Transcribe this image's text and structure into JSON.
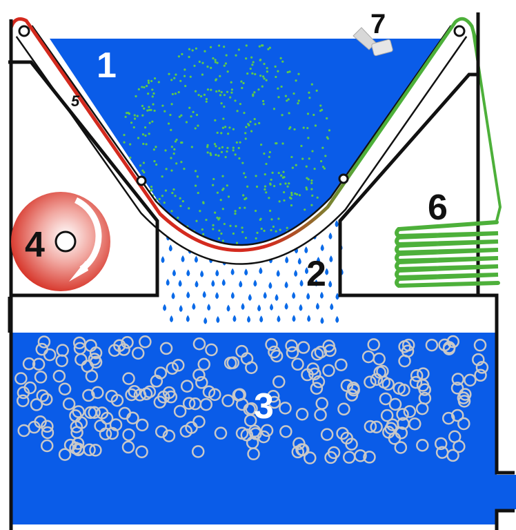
{
  "labels": {
    "l1": "1",
    "l2": "2",
    "l3": "3",
    "l4": "4",
    "l5": "5",
    "l6": "6",
    "l7": "7"
  },
  "colors": {
    "water": "#0a5ce8",
    "belt_red": "#d42a1e",
    "belt_green": "#4db03a",
    "particle": "#5fc94a",
    "drop": "#0a6ae8",
    "bubble": "#c8c8c8",
    "outline": "#111111"
  }
}
